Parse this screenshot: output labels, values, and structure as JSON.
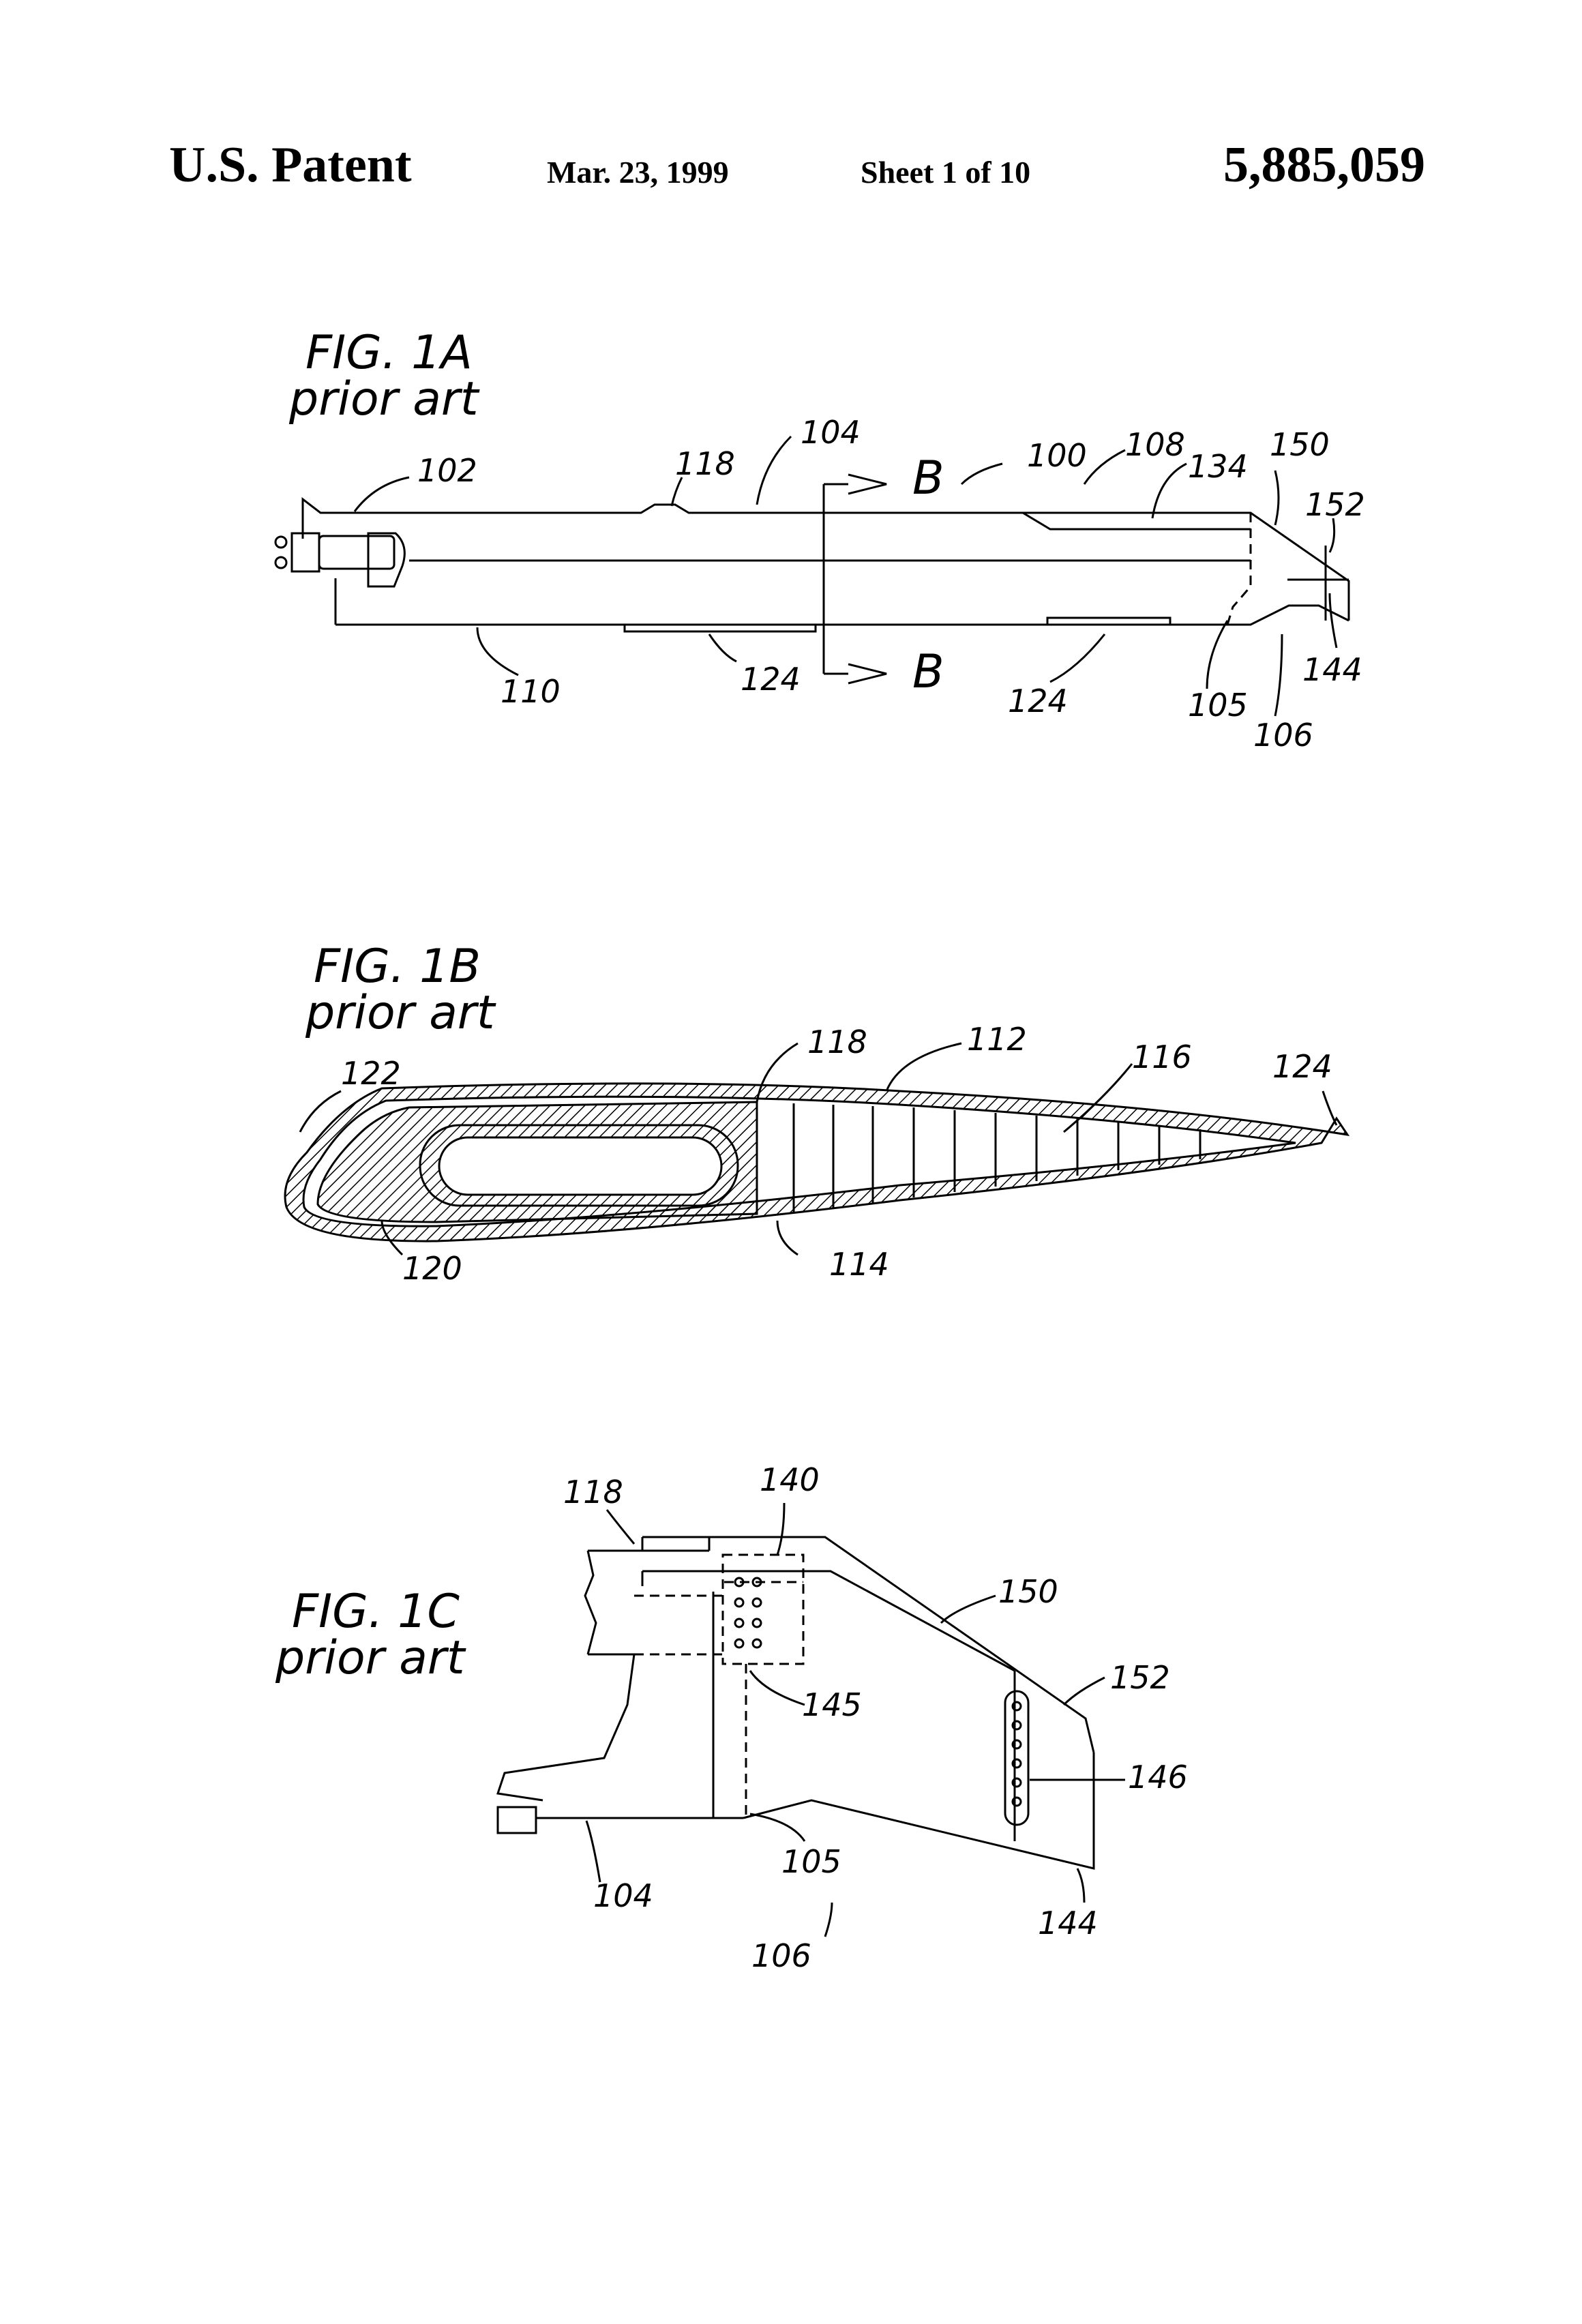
{
  "header": {
    "left": "U.S. Patent",
    "date": "Mar. 23, 1999",
    "sheet": "Sheet 1 of 10",
    "number": "5,885,059"
  },
  "fig1a": {
    "title": "FIG. 1A",
    "subtitle": "prior art",
    "labels": [
      "102",
      "118",
      "104",
      "100",
      "108",
      "134",
      "150",
      "152",
      "110",
      "124",
      "124",
      "105",
      "144",
      "106",
      "B",
      "B"
    ]
  },
  "fig1b": {
    "title": "FIG. 1B",
    "subtitle": "prior art",
    "labels": [
      "122",
      "118",
      "112",
      "116",
      "124",
      "120",
      "114"
    ]
  },
  "fig1c": {
    "title": "FIG. 1C",
    "subtitle": "prior art",
    "labels": [
      "118",
      "140",
      "150",
      "152",
      "146",
      "145",
      "104",
      "105",
      "106",
      "144"
    ]
  }
}
